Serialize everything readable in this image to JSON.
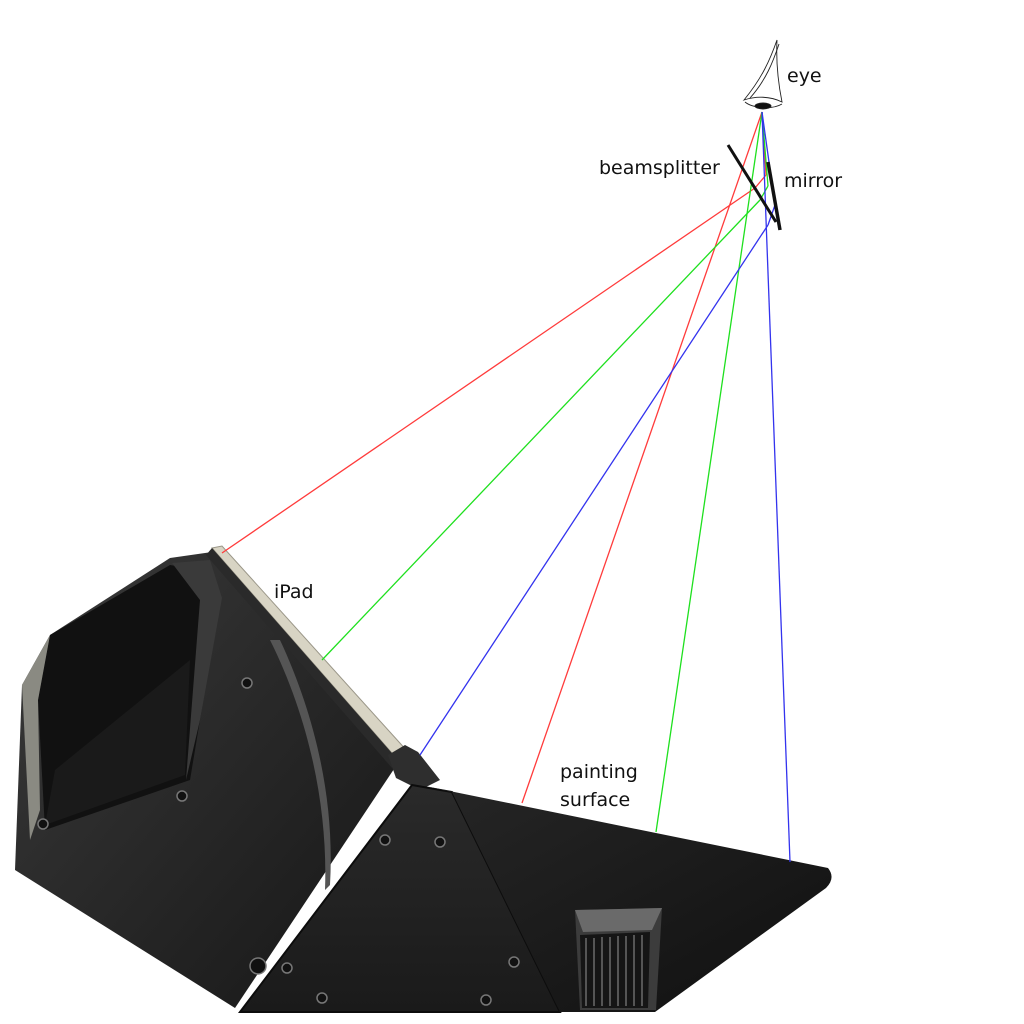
{
  "labels": {
    "eye": "eye",
    "beamsplitter": "beamsplitter",
    "mirror": "mirror",
    "ipad": "iPad",
    "painting_line1": "painting",
    "painting_line2": "surface"
  },
  "colors": {
    "ray_red": "#ff3b3b",
    "ray_green": "#1ee01e",
    "ray_blue": "#3333ee",
    "housing_dark": "#1e1e1e",
    "housing_mid": "#2e2e2e",
    "housing_light": "#4a4a4a",
    "screen_edge": "#d8d4c4",
    "optics": "#111111"
  },
  "icons": {
    "eye": "eye-icon",
    "vent": "vent-grille-icon"
  }
}
